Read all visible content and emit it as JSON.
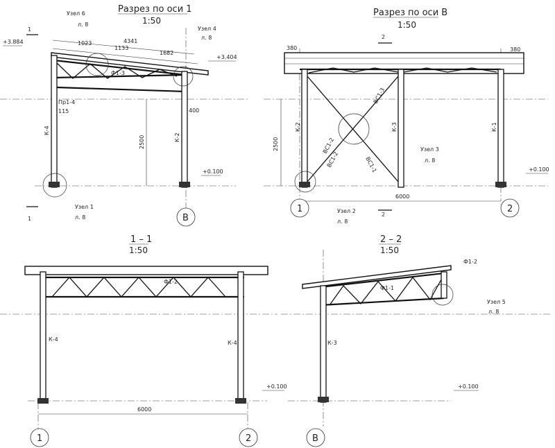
{
  "views": {
    "axis1": {
      "title": "Разрез по оси 1",
      "scale": "1:50"
    },
    "axisB": {
      "title": "Разрез по оси В",
      "scale": "1:50"
    },
    "sec11": {
      "title": "1 – 1",
      "scale": "1:50"
    },
    "sec22": {
      "title": "2 – 2",
      "scale": "1:50"
    }
  },
  "dims": {
    "d4341": "4341",
    "d1023": "1023",
    "d1133": "1133",
    "d1682": "1682",
    "d115": "115",
    "d400": "400",
    "d2500": "2500",
    "d380": "380",
    "d6000": "6000"
  },
  "levels": {
    "l3884": "+3.884",
    "l3404": "+3.404",
    "l0100": "+0.100"
  },
  "labels": {
    "uzel": "Узел",
    "sheet": "л. 8",
    "n1": "Узел 1",
    "n2": "Узел 2",
    "n3": "Узел 3",
    "n4": "Узел 4",
    "n5": "Узел 5",
    "n6": "Узел 6",
    "f11": "Ф1-1",
    "f12": "Ф1-2",
    "f13": "Ф1-3",
    "k1": "К-1",
    "k2": "К-2",
    "k3": "К-3",
    "k4": "К-4",
    "pr14": "Пр1-4",
    "vs11": "ВС1-1",
    "vs12": "ВС1-2",
    "vs13": "ВС1-3",
    "cut1": "1",
    "cut2": "2"
  },
  "axes": {
    "a1": "1",
    "a2": "2",
    "aB": "В"
  }
}
